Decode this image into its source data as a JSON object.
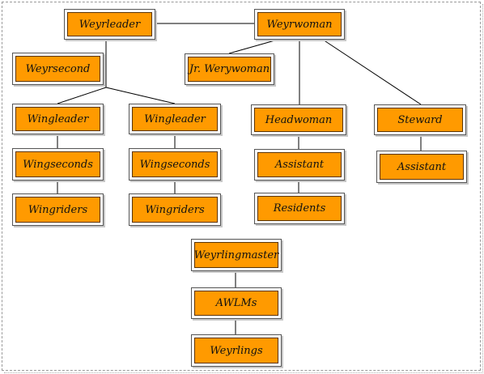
{
  "nodes": [
    {
      "id": "weyrleader",
      "label": "Weyrleader"
    },
    {
      "id": "weyrwoman",
      "label": "Weyrwoman"
    },
    {
      "id": "weyrsecond",
      "label": "Weyrsecond"
    },
    {
      "id": "jr-weyrwoman",
      "label": "Jr. Werywoman"
    },
    {
      "id": "wingleader-1",
      "label": "Wingleader"
    },
    {
      "id": "wingleader-2",
      "label": "Wingleader"
    },
    {
      "id": "headwoman",
      "label": "Headwoman"
    },
    {
      "id": "steward",
      "label": "Steward"
    },
    {
      "id": "wingseconds-1",
      "label": "Wingseconds"
    },
    {
      "id": "wingseconds-2",
      "label": "Wingseconds"
    },
    {
      "id": "assistant-1",
      "label": "Assistant"
    },
    {
      "id": "assistant-2",
      "label": "Assistant"
    },
    {
      "id": "wingriders-1",
      "label": "Wingriders"
    },
    {
      "id": "wingriders-2",
      "label": "Wingriders"
    },
    {
      "id": "residents",
      "label": "Residents"
    },
    {
      "id": "weyrlingmaster",
      "label": "Weyrlingmaster"
    },
    {
      "id": "awlms",
      "label": "AWLMs"
    },
    {
      "id": "weyrlings",
      "label": "Weyrlings"
    }
  ],
  "edges": [
    [
      "weyrleader",
      "weyrwoman"
    ],
    [
      "weyrleader",
      "weyrsecond"
    ],
    [
      "weyrleader",
      "wingleader-1"
    ],
    [
      "weyrleader",
      "wingleader-2"
    ],
    [
      "weyrwoman",
      "jr-weyrwoman"
    ],
    [
      "weyrwoman",
      "headwoman"
    ],
    [
      "weyrwoman",
      "steward"
    ],
    [
      "wingleader-1",
      "wingseconds-1"
    ],
    [
      "wingseconds-1",
      "wingriders-1"
    ],
    [
      "wingleader-2",
      "wingseconds-2"
    ],
    [
      "wingseconds-2",
      "wingriders-2"
    ],
    [
      "headwoman",
      "assistant-1"
    ],
    [
      "assistant-1",
      "residents"
    ],
    [
      "steward",
      "assistant-2"
    ],
    [
      "weyrlingmaster",
      "awlms"
    ],
    [
      "awlms",
      "weyrlings"
    ]
  ],
  "colors": {
    "node_fill": "#ff9a00",
    "edge": "#000000"
  }
}
